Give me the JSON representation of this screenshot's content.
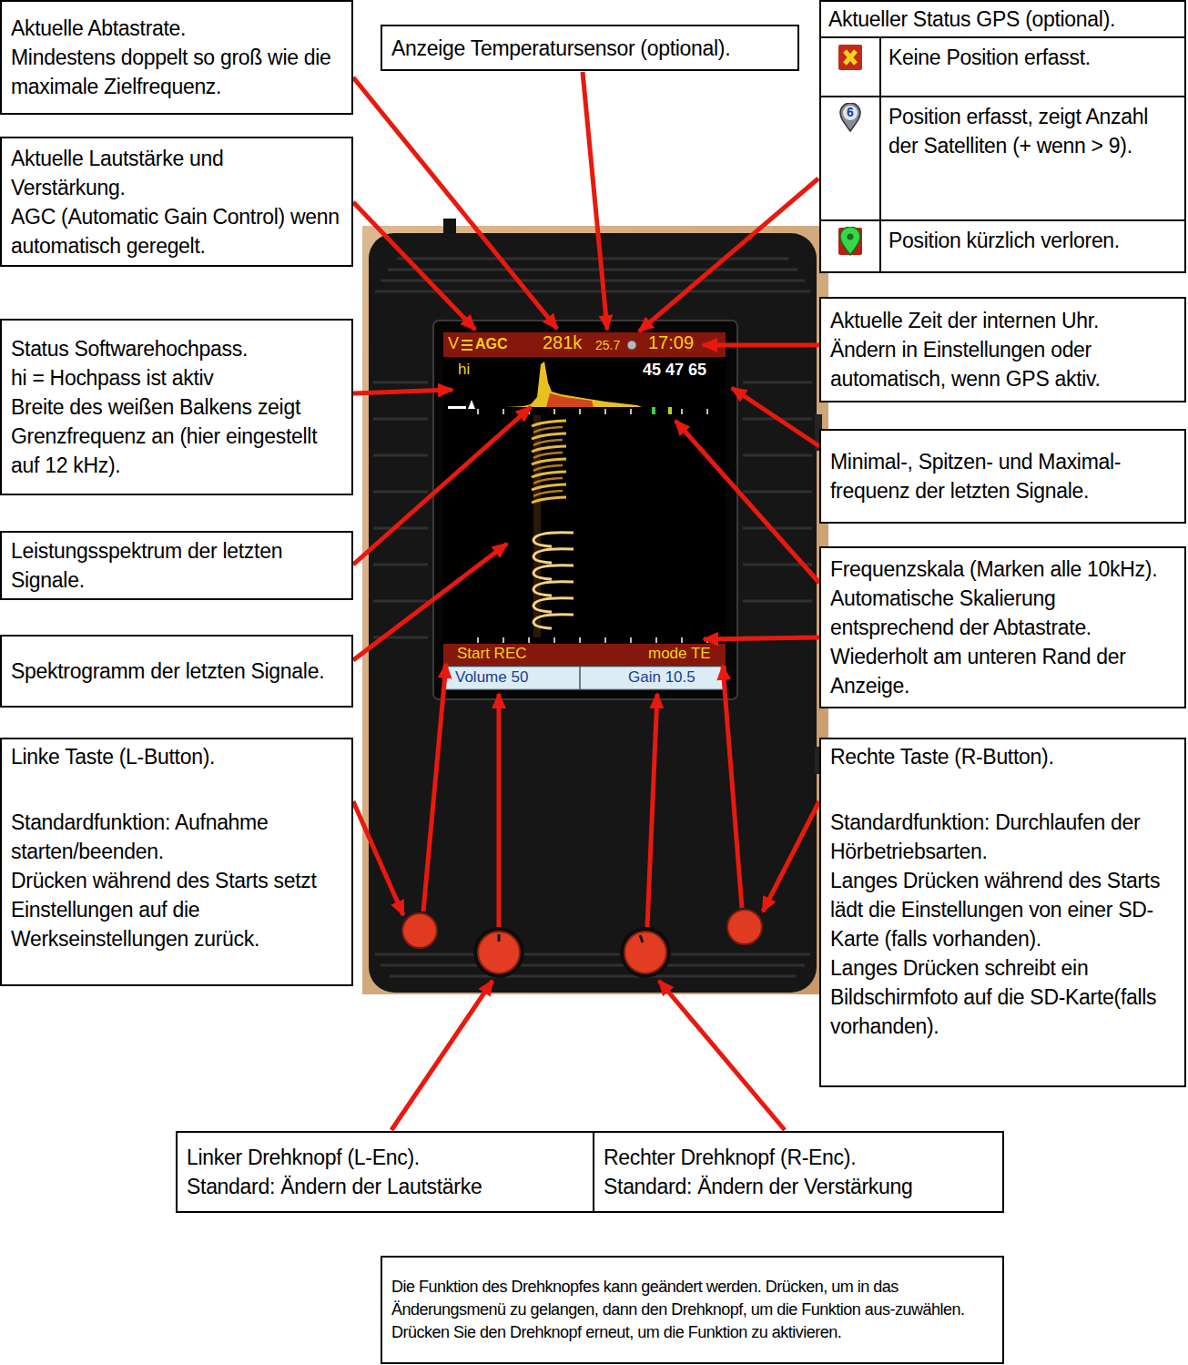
{
  "diagram": {
    "nodes": [
      {
        "text": [
          "Aktuelle Abtastrate.",
          "Mindestens doppelt so groß wie die maximale Zielfrequenz."
        ]
      },
      {
        "text": [
          "Anzeige Temperatursensor (optional)."
        ]
      },
      {
        "text": [
          "Aktueller Status GPS (optional).",
          "Keine Position erfasst.",
          "Position erfasst, zeigt Anzahl der Satelliten (+ wenn > 9).",
          "Position kürzlich verloren."
        ]
      },
      {
        "text": [
          "Aktuelle Lautstärke und Verstärkung.",
          "AGC (Automatic Gain Control) wenn automatisch geregelt."
        ]
      },
      {
        "text": [
          "Aktuelle Zeit der internen Uhr.",
          "Ändern in Einstellungen oder automatisch, wenn GPS aktiv."
        ]
      },
      {
        "text": [
          "Status Softwarehochpass.",
          "hi = Hochpass ist aktiv",
          "Breite des weißen Balkens zeigt Grenzfrequenz an (hier eingestellt auf 12 kHz)."
        ]
      },
      {
        "text": [
          "Minimal-, Spitzen- und Maximal-frequenz der letzten Signale."
        ]
      },
      {
        "text": [
          "Leistungsspektrum der letzten Signale."
        ]
      },
      {
        "text": [
          "Frequenzskala (Marken alle 10kHz).",
          "Automatische Skalierung entsprechend der Abtastrate.",
          "Wiederholt am unteren Rand der Anzeige."
        ]
      },
      {
        "text": [
          "Spektrogramm der letzten Signale."
        ]
      },
      {
        "text": [
          "Linke Taste (L-Button).",
          "Standardfunktion: Aufnahme starten/beenden.",
          "Drücken während des Starts setzt Einstellungen auf die Werkseinstellungen zurück."
        ]
      },
      {
        "text": [
          "Rechte Taste (R-Button).",
          "Standardfunktion: Durchlaufen der Hörbetriebsarten.",
          "Langes Drücken während des Starts lädt die Einstellungen von einer SD-Karte (falls vorhanden).",
          "Langes Drücken schreibt ein Bildschirmfoto auf die SD-Karte(falls vorhanden)."
        ]
      },
      {
        "text": [
          "Linker Drehknopf (L-Enc).",
          "Standard: Ändern der Lautstärke"
        ]
      },
      {
        "text": [
          "Rechter Drehknopf (R-Enc).",
          "Standard: Ändern der Verstärkung"
        ]
      },
      {
        "text": [
          "Die Funktion des Drehknopfes kann geändert werden. Drücken, um in das Änderungsmenü zu gelangen, dann den Drehknopf, um die Funktion aus-zuwählen. Drücken Sie den Drehknopf erneut, um die Funktion zu aktivieren."
        ]
      }
    ],
    "labels": [
      "V",
      "AGC",
      "281k",
      "25.7",
      "17:09",
      "hi",
      "45 47 65",
      "Start REC",
      "mode TE",
      "Volume 50",
      "Gain 10.5",
      "6"
    ]
  }
}
